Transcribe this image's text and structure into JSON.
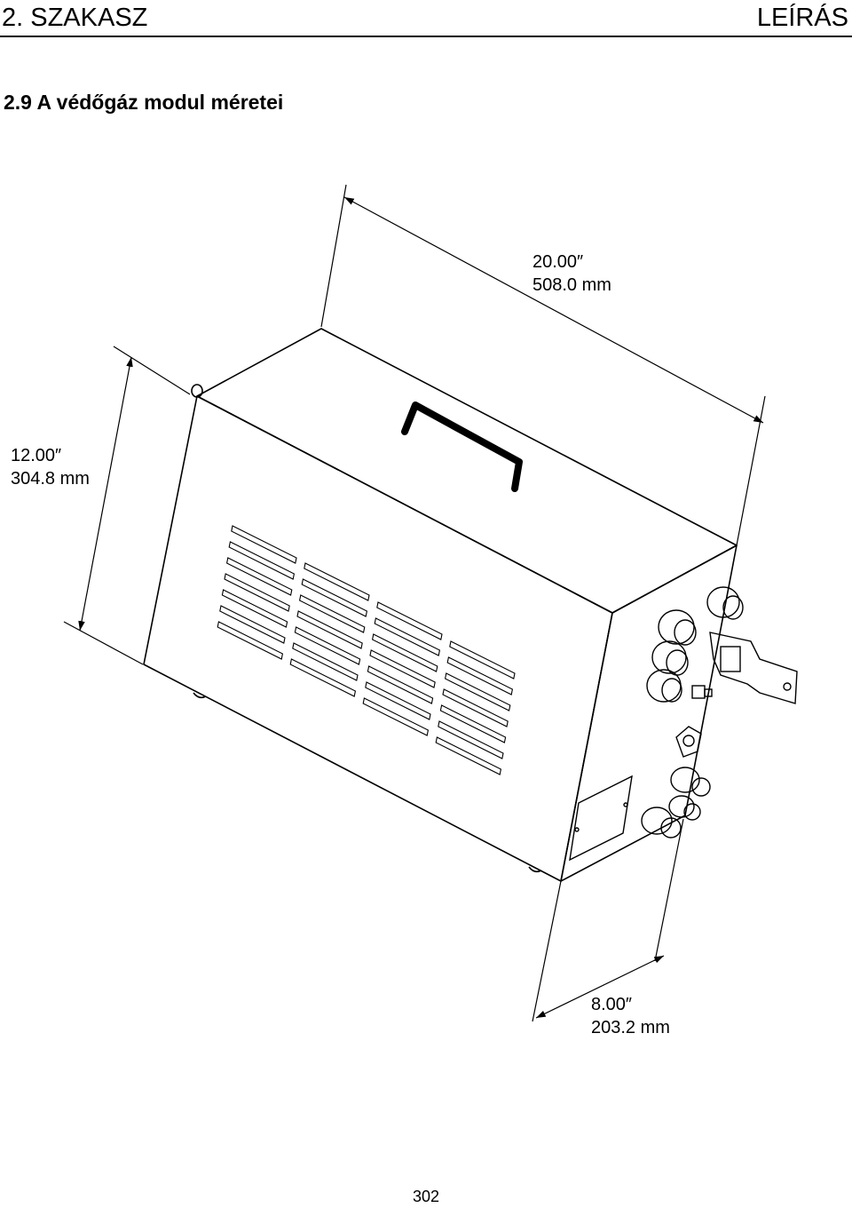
{
  "header": {
    "section": "2. SZAKASZ",
    "category": "LEÍRÁS"
  },
  "heading": "2.9  A védőgáz modul méretei",
  "dimensions": {
    "length": {
      "inch": "20.00″",
      "mm": "508.0 mm"
    },
    "height": {
      "inch": "12.00″",
      "mm": "304.8 mm"
    },
    "depth": {
      "inch": "8.00″",
      "mm": "203.2 mm"
    }
  },
  "page_number": "302"
}
